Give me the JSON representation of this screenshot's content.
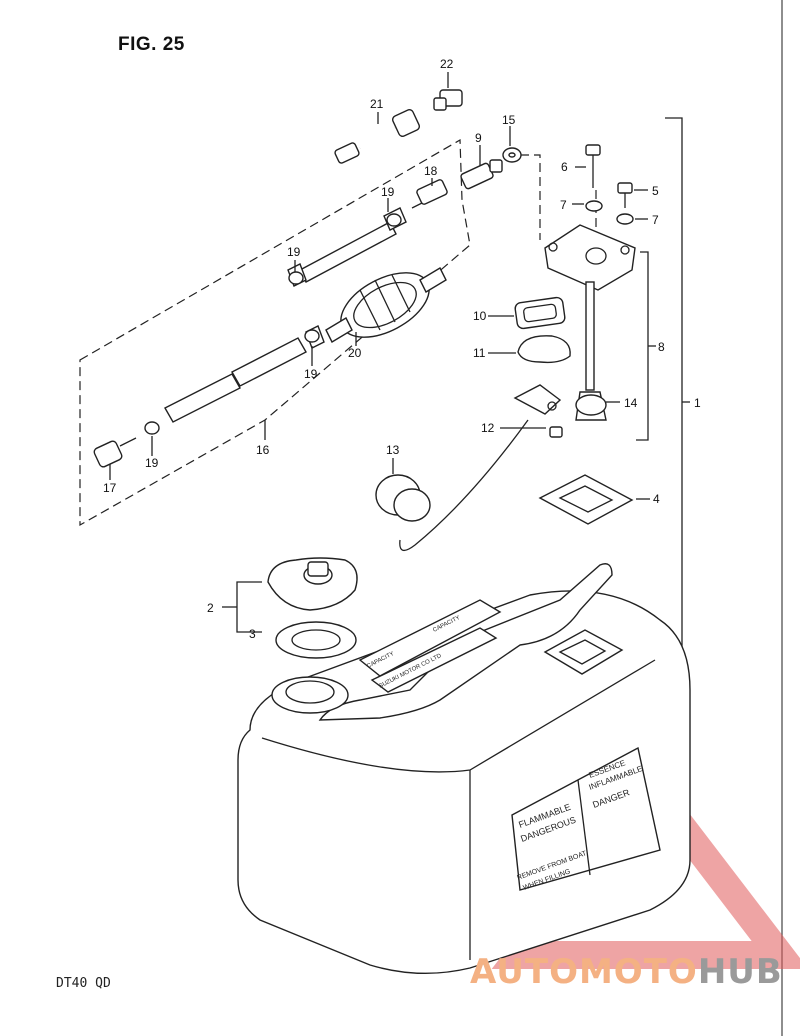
{
  "figure": {
    "title": "FIG. 25",
    "model": "DT40 QD"
  },
  "callouts": [
    "1",
    "2",
    "3",
    "4",
    "5",
    "6",
    "7",
    "7",
    "8",
    "9",
    "10",
    "11",
    "12",
    "13",
    "14",
    "15",
    "16",
    "17",
    "18",
    "19",
    "19",
    "19",
    "19",
    "20",
    "21",
    "22"
  ],
  "tank_labels": {
    "left_panel": [
      "FLAMMABLE",
      "DANGEROUS",
      "REMOVE FROM BOAT",
      "WHEN FILLING"
    ],
    "right_panel": [
      "ESSENCE",
      "INFLAMMABLE",
      "DANGER"
    ],
    "top_plate": [
      "CAPACITY",
      "SUZUKI MOTOR CO LTD",
      "CAPACITY"
    ]
  },
  "watermark": {
    "part1": "AUTOMOTO",
    "part2": "HUB"
  },
  "colors": {
    "line": "#222222",
    "watermark_red": "#e05a5a",
    "watermark_gray": "#9a9a9a"
  }
}
